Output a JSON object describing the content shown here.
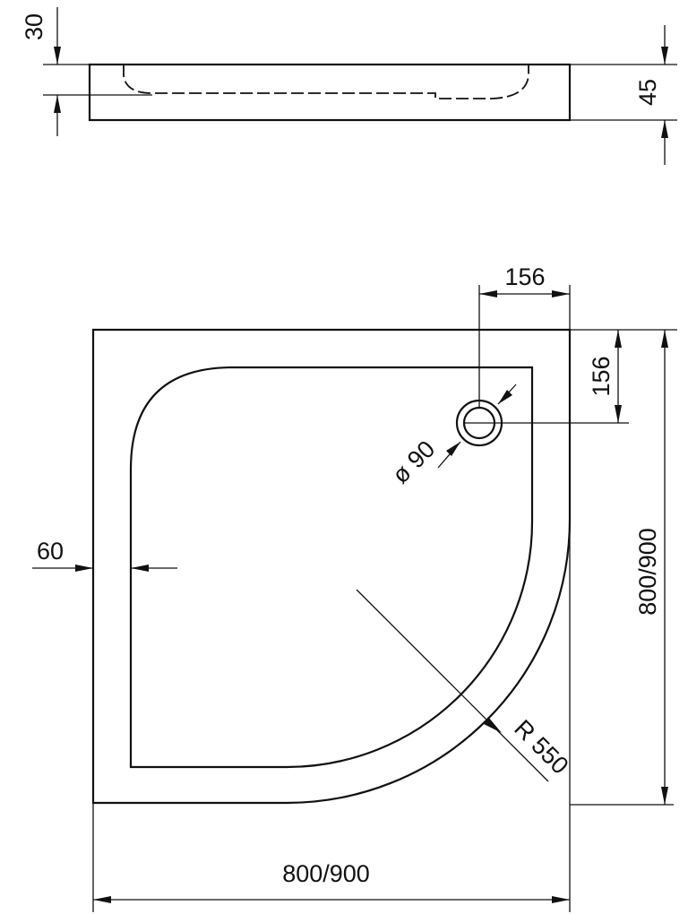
{
  "side_view": {
    "depth_label": "30",
    "height_label": "45"
  },
  "top_view": {
    "drain_offset_x_label": "156",
    "drain_offset_y_label": "156",
    "drain_diameter_label": "ø 90",
    "rim_width_label": "60",
    "radius_label": "R 550",
    "depth_label": "800/900",
    "width_label": "800/900"
  },
  "colors": {
    "line": "#111111",
    "background": "#ffffff"
  }
}
